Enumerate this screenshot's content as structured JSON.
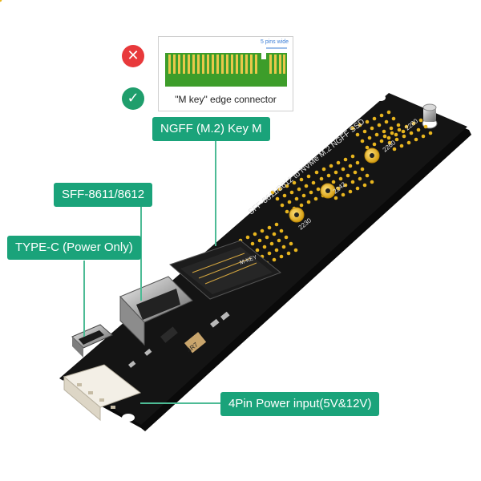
{
  "labels": {
    "ngff": "NGFF  (M.2)  Key  M",
    "sff": "SFF-8611/8612",
    "typec": "TYPE-C  (Power Only)",
    "power": "4Pin Power input(5V&12V)"
  },
  "connector": {
    "caption": "\"M key\" edge connector",
    "pins_wide": "5 pins wide"
  },
  "status_icons": {
    "wrong": "✕",
    "correct": "✓"
  },
  "board": {
    "title": "SFF-8611/8612  to  NVMe  M.2  NGFF  SSD",
    "size_2230": "2230",
    "size_2242": "2242",
    "size_2260": "2260",
    "size_2280": "2280",
    "key_marking": "M-KEY",
    "inductor_marking": "4R7"
  },
  "colors": {
    "label_bg": "#1aa37a",
    "wrong": "#e8393b",
    "correct": "#1f9e6c",
    "pcb": "#141414",
    "gold": "#f1c02a",
    "contact_green": "#3d9d2a"
  }
}
